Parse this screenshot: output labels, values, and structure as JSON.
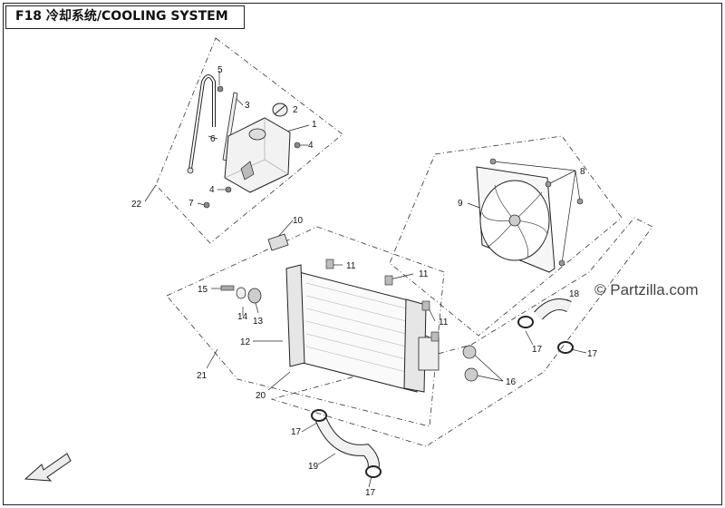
{
  "header": {
    "title": "F18 冷却系统/COOLING SYSTEM"
  },
  "watermark": "© Partzilla.com",
  "callouts": {
    "c1": "1",
    "c2": "2",
    "c3": "3",
    "c4a": "4",
    "c4b": "4",
    "c5": "5",
    "c6": "6",
    "c7": "7",
    "c8": "8",
    "c9": "9",
    "c10": "10",
    "c11a": "11",
    "c11b": "11",
    "c11c": "11",
    "c12": "12",
    "c13": "13",
    "c14": "14",
    "c15": "15",
    "c16": "16",
    "c17a": "17",
    "c17b": "17",
    "c17c": "17",
    "c17d": "17",
    "c18": "18",
    "c19": "19",
    "c20": "20",
    "c21": "21",
    "c22": "22"
  },
  "colors": {
    "line": "#222222",
    "part_fill": "#f2f2f2",
    "part_shade": "#bdbdbd"
  },
  "icons": {
    "direction_arrow": "front-arrow-icon"
  }
}
